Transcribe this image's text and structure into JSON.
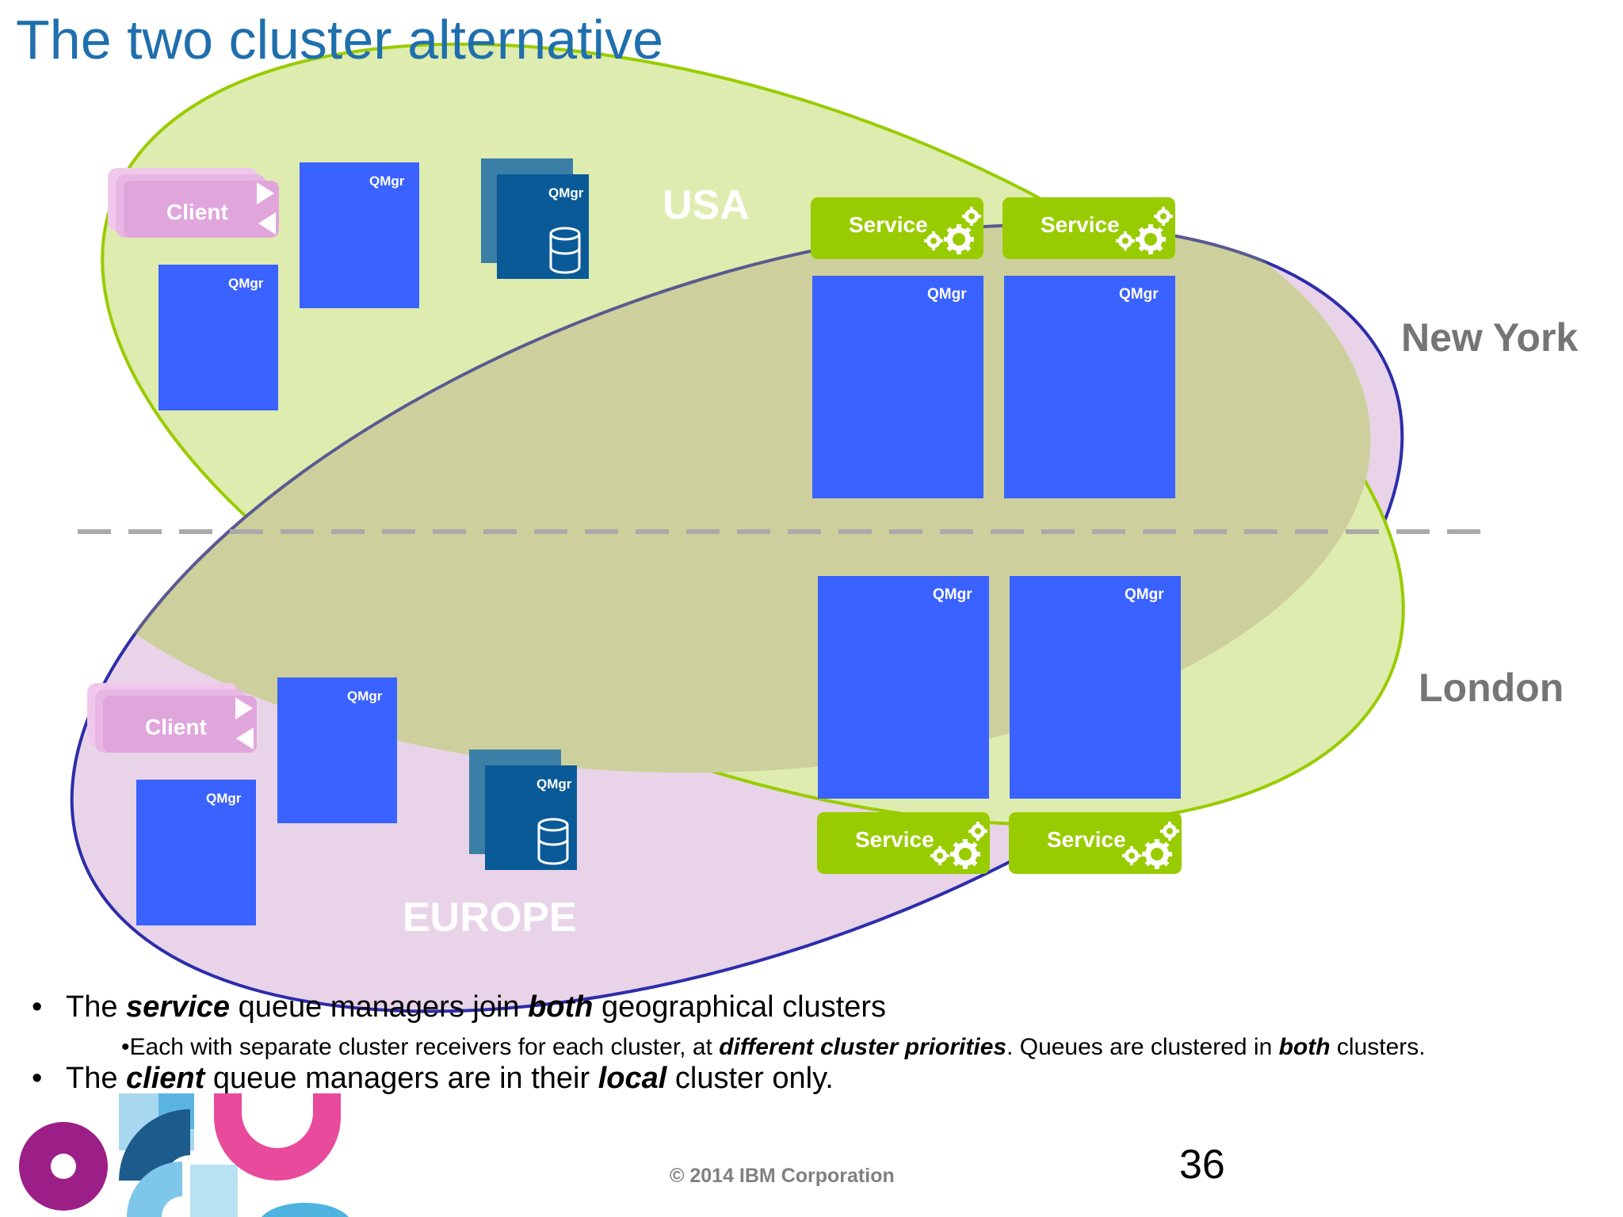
{
  "title": "The two cluster alternative",
  "labels": {
    "usa": "USA",
    "europe": "EUROPE",
    "new_york": "New York",
    "london": "London"
  },
  "boxes": {
    "qmgr": "QMgr",
    "service": "Service",
    "client": "Client"
  },
  "bullets": {
    "b1": [
      "The ",
      "service",
      " queue managers join ",
      "both",
      " geographical clusters"
    ],
    "b2": [
      "•Each with separate cluster receivers for each cluster, at ",
      "different cluster priorities",
      ". Queues are clustered in ",
      "both",
      " clusters."
    ],
    "b3": [
      "The ",
      "client",
      " queue managers are in their ",
      "local",
      " cluster only."
    ]
  },
  "footer": "© 2014 IBM Corporation",
  "page_number": "36",
  "colors": {
    "qmgr_blue": "#3a62ff",
    "qmgr_dark": "#0a5a98",
    "service_green": "#99cc00",
    "client_pink": "#e0a6dc",
    "usa_fill": "#deecaf",
    "usa_stroke": "#99cc00",
    "europe_fill": "#e8d3e8",
    "europe_stroke": "#2d2daa",
    "overlap_fill": "#cdd09c",
    "title_blue": "#1f6fad"
  }
}
